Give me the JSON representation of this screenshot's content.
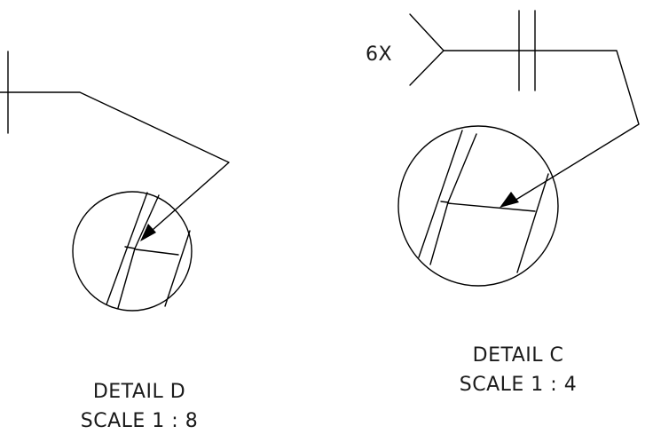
{
  "detail_d": {
    "title": "DETAIL D",
    "scale": "SCALE 1 : 8"
  },
  "detail_c": {
    "title": "DETAIL C",
    "scale": "SCALE 1 : 4",
    "callout": "6X"
  },
  "colors": {
    "line": "#000000",
    "background": "#ffffff",
    "text": "#1a1a1a"
  }
}
